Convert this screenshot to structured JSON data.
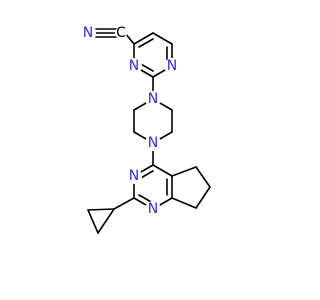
{
  "colors": {
    "background": "#ffffff",
    "bond": "#000000",
    "nitrogen": "#2f2fd8",
    "carbon": "#000000"
  },
  "atoms": [
    {
      "id": "nitrile-n",
      "symbol": "N"
    },
    {
      "id": "nitrile-c",
      "symbol": "C"
    },
    {
      "id": "pyrimidine-top-n3",
      "symbol": "N"
    },
    {
      "id": "pyrimidine-top-n1",
      "symbol": "N"
    },
    {
      "id": "piperazine-n-top",
      "symbol": "N"
    },
    {
      "id": "piperazine-n-bottom",
      "symbol": "N"
    },
    {
      "id": "fused-pyrimidine-n3",
      "symbol": "N"
    },
    {
      "id": "fused-pyrimidine-n1",
      "symbol": "N"
    }
  ]
}
